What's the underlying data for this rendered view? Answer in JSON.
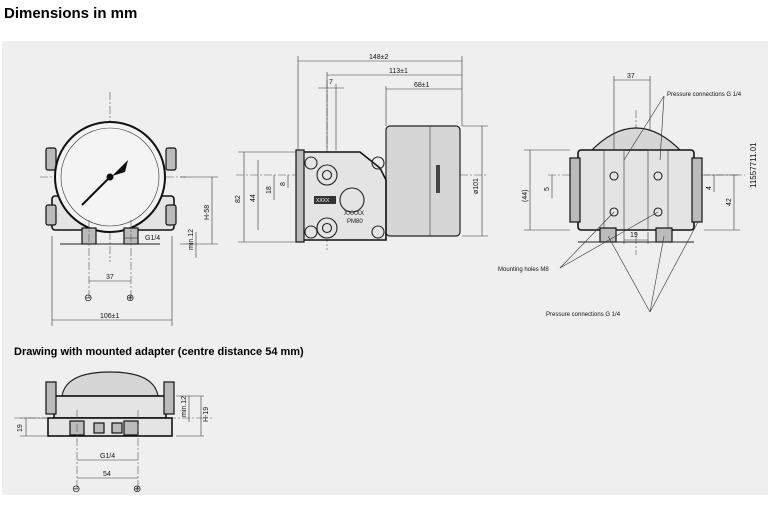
{
  "page": {
    "title": "Dimensions in mm",
    "subtitle": "Drawing with mounted adapter (centre distance 54 mm)"
  },
  "front_view": {
    "width_label": "106±1",
    "center_label": "37",
    "port_label": "G1/4",
    "height_label": "H-58",
    "min_label": "min.12",
    "minus_symbol": "⊖",
    "plus_symbol": "⊕"
  },
  "side_view": {
    "overall_label": "148±2",
    "mid_label": "113±1",
    "cyl_label": "68±1",
    "offset_label": "7",
    "height_label": "82",
    "inner_label": "44",
    "small_label": "18",
    "tiny_label": "8",
    "diameter_label": "ø101",
    "marking_top": "XXXX",
    "marking_a": "XXXXX",
    "marking_b": "PM80"
  },
  "back_view": {
    "top_label": "37",
    "height_label": "(44)",
    "left_small_label": "5",
    "right_small_label": "4",
    "right_label": "42",
    "bottom_label": "19",
    "callout_top": "Pressure connections G 1/4",
    "callout_mounting": "Mounting holes M8",
    "callout_bottom": "Pressure connections G 1/4",
    "doc_number": "11557711.01"
  },
  "adapter_view": {
    "left_label": "19",
    "min_label": "min.12",
    "height_label": "H-19",
    "port_label": "G1/4",
    "center_label": "54",
    "minus_symbol": "⊖",
    "plus_symbol": "⊕"
  }
}
